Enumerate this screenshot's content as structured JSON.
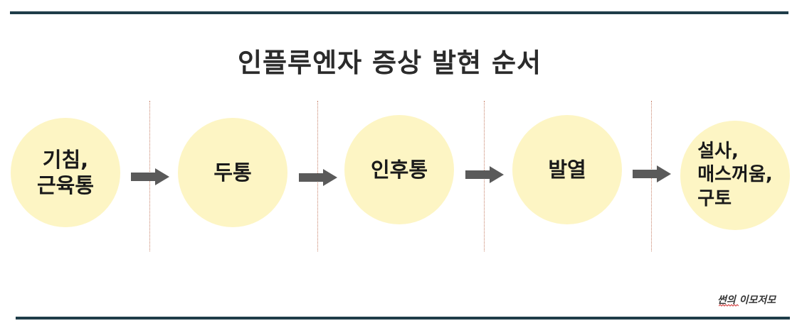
{
  "title": "인플루엔자 증상 발현 순서",
  "steps": [
    {
      "label": "기침,\n근육통"
    },
    {
      "label": "두통"
    },
    {
      "label": "인후통"
    },
    {
      "label": "발열"
    },
    {
      "label": "설사,\n매스꺼움,\n구토"
    }
  ],
  "watermark": "썬의 이모저모",
  "colors": {
    "circle_fill": "#fdf5c4",
    "arrow": "#5a5a5a",
    "rule": "#1f3d49",
    "divider": "#c7826a"
  }
}
